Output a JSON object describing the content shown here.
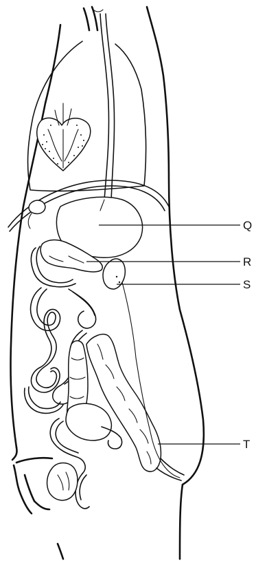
{
  "labels": {
    "q": "Q",
    "r": "R",
    "s": "S",
    "t": "T"
  }
}
